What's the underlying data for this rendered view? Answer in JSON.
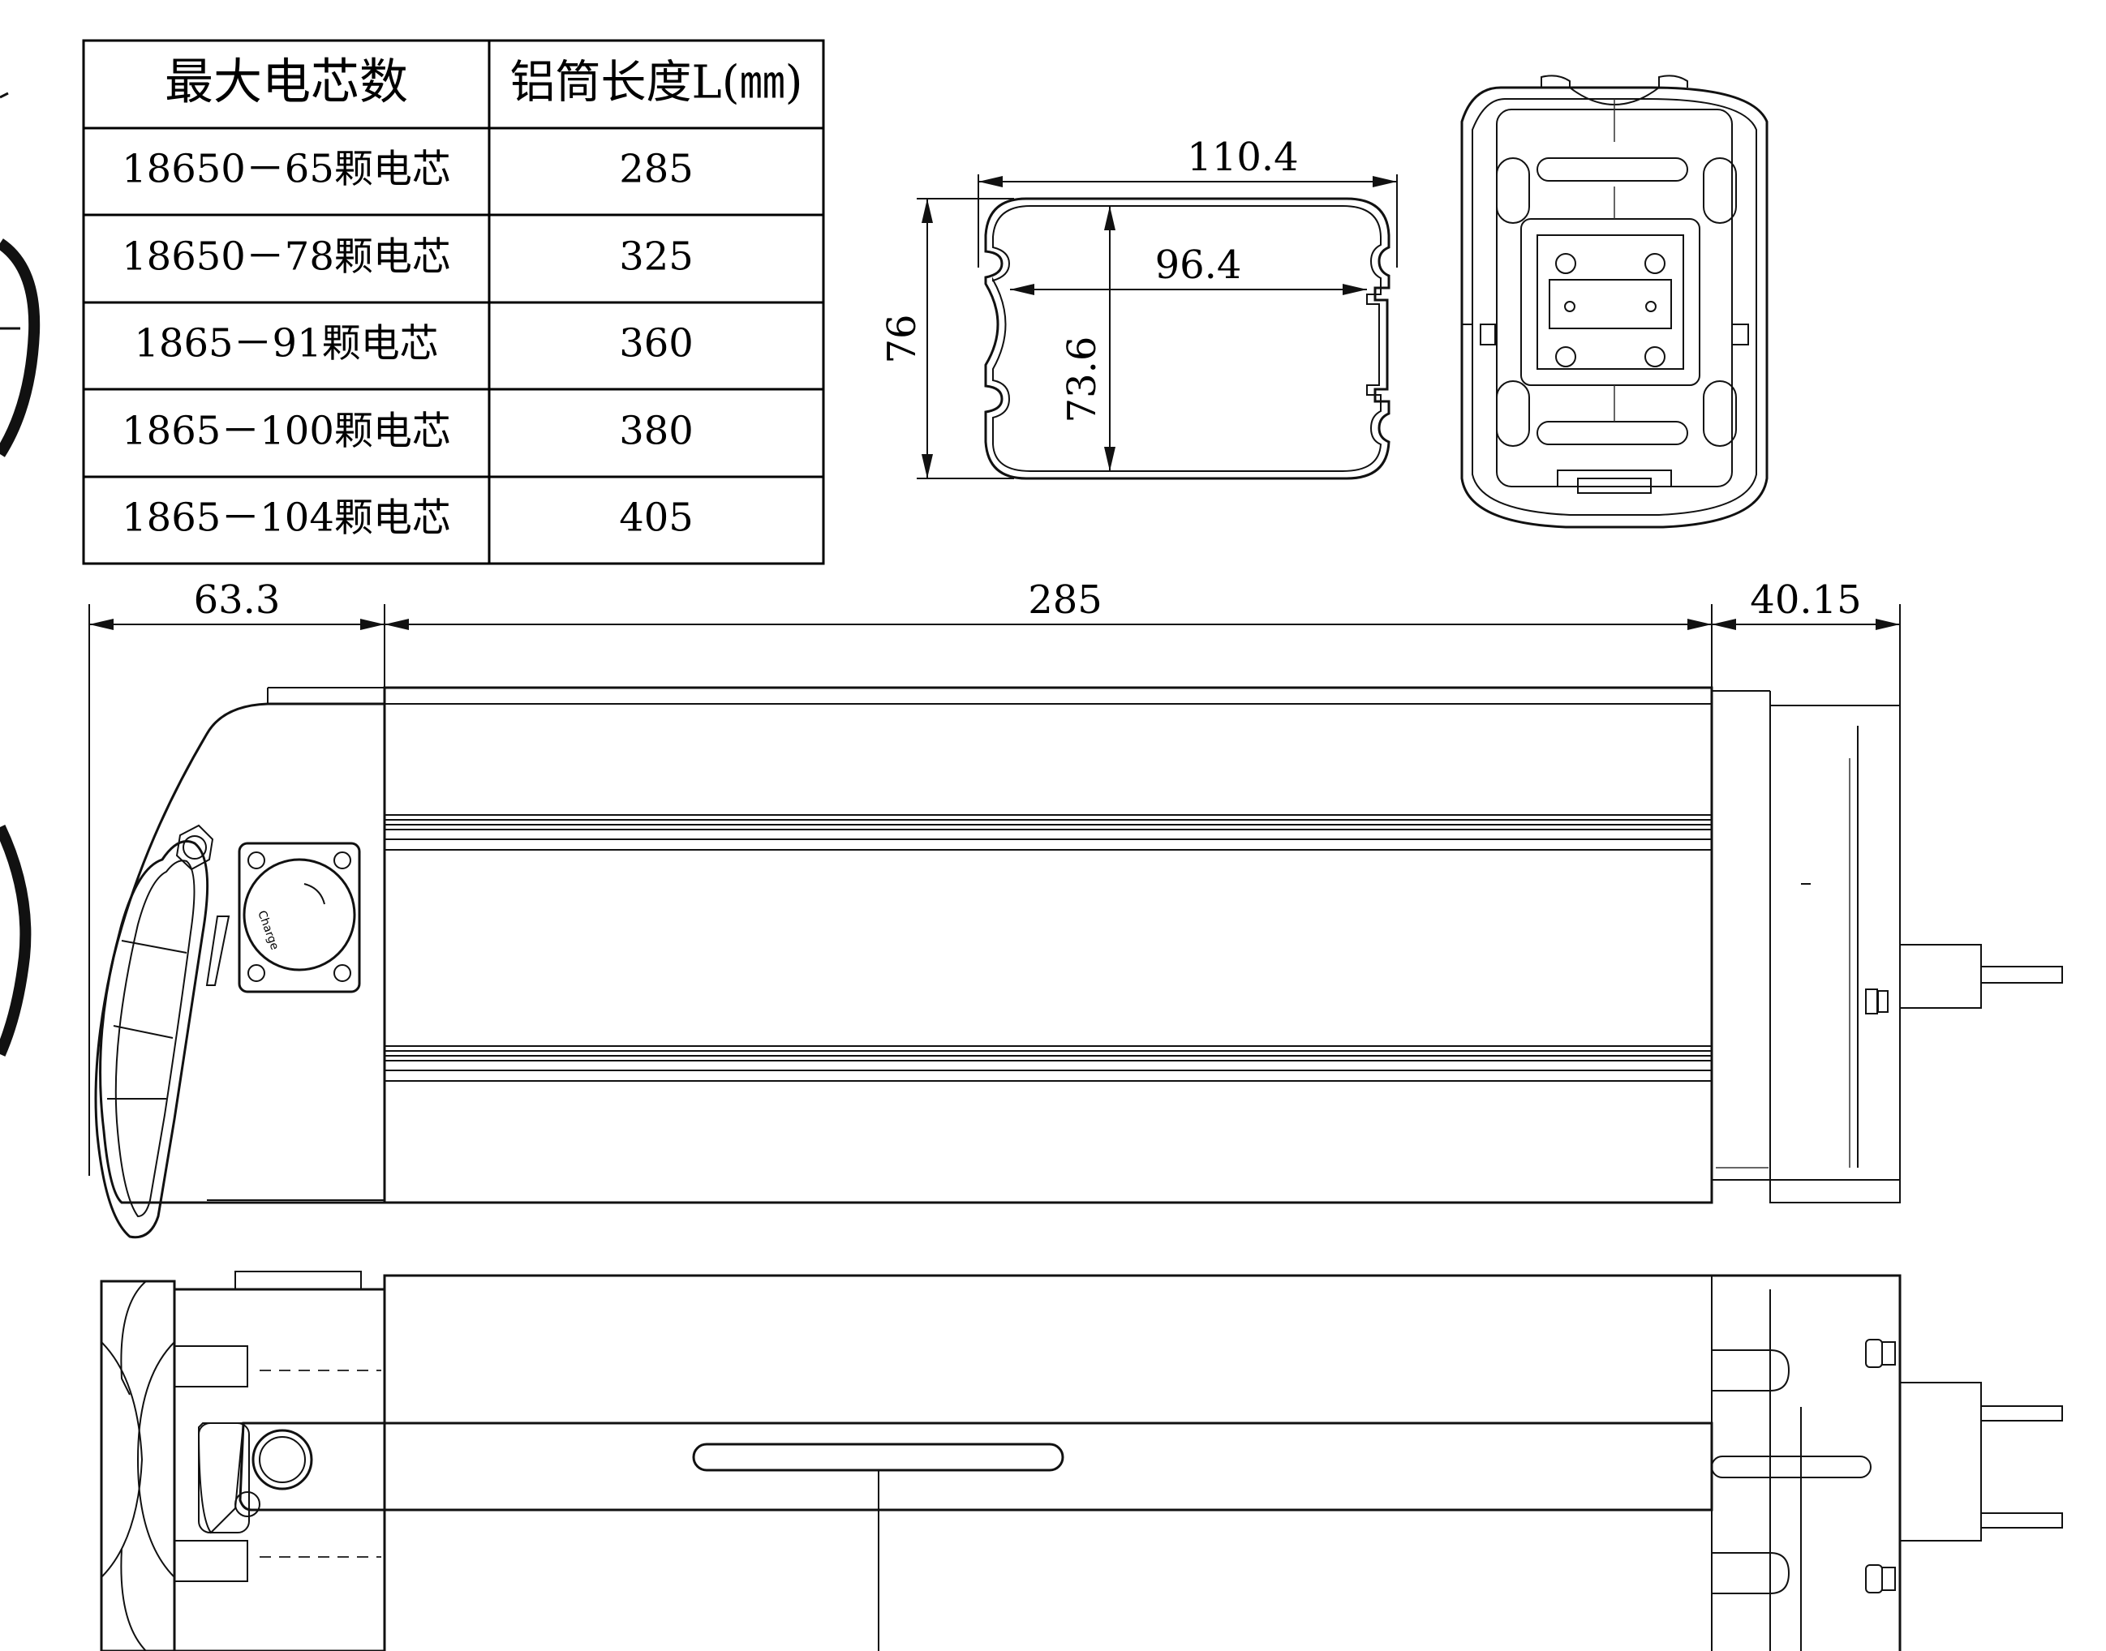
{
  "table": {
    "headers": [
      "最大电芯数",
      "铝筒长度L(㎜)"
    ],
    "rows": [
      [
        "18650－65颗电芯",
        "285"
      ],
      [
        "18650－78颗电芯",
        "325"
      ],
      [
        "1865－91颗电芯",
        "360"
      ],
      [
        "1865－100颗电芯",
        "380"
      ],
      [
        "1865－104颗电芯",
        "405"
      ]
    ]
  },
  "dimensions": {
    "profile_width": "110.4",
    "profile_inner_width": "96.4",
    "profile_height": "76",
    "profile_inner_height": "73.6",
    "left_cap": "63.3",
    "tube_length": "285",
    "right_cap": "40.15"
  },
  "labels": {
    "charge_port": "Charge"
  }
}
